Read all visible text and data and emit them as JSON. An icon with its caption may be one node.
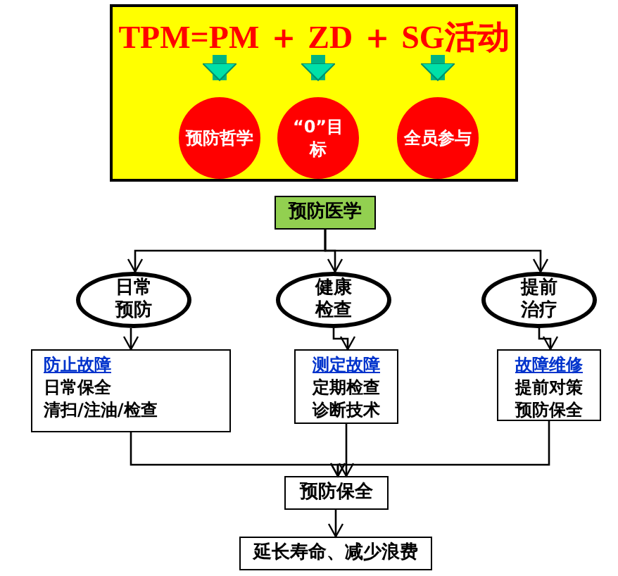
{
  "diagram": {
    "nodes": [
      {
        "text": [
          "TPM=PM ＋ ZD ＋ SG活动"
        ]
      },
      {
        "text": [
          "预防哲学"
        ],
        "in": 0
      },
      {
        "text": [
          "“0”目标"
        ],
        "in": 0
      },
      {
        "text": [
          "全员参与"
        ],
        "in": 0
      },
      {
        "text": [
          "预防医学"
        ]
      },
      {
        "text": [
          "日常预防"
        ]
      },
      {
        "text": [
          "健康检查"
        ]
      },
      {
        "text": [
          "提前治疗"
        ]
      },
      {
        "text": [
          "防止故障",
          "日常保全",
          "清扫/注油/检查"
        ]
      },
      {
        "text": [
          "测定故障",
          "定期检查",
          "诊断技术"
        ]
      },
      {
        "text": [
          "故障维修",
          "提前对策",
          "预防保全"
        ]
      },
      {
        "text": [
          "预防保全"
        ]
      },
      {
        "text": [
          "延长寿命、减少浪费"
        ]
      }
    ],
    "edges": [
      {
        "from": null,
        "to": 1,
        "arrow": "to",
        "style": "thick",
        "color": "#00b383"
      },
      {
        "from": null,
        "to": 2,
        "arrow": "to",
        "style": "thick",
        "color": "#00b383"
      },
      {
        "from": null,
        "to": 3,
        "arrow": "to",
        "style": "thick",
        "color": "#00b383"
      },
      {
        "from": 4,
        "to": 5,
        "arrow": "to"
      },
      {
        "from": 4,
        "to": 6,
        "arrow": "to"
      },
      {
        "from": 4,
        "to": 7,
        "arrow": "to"
      },
      {
        "from": 5,
        "to": 8,
        "arrow": "to"
      },
      {
        "from": 6,
        "to": 9,
        "arrow": "to"
      },
      {
        "from": 7,
        "to": 10,
        "arrow": "to"
      },
      {
        "from": 8,
        "to": 11,
        "arrow": "to"
      },
      {
        "from": 9,
        "to": 11,
        "arrow": "to"
      },
      {
        "from": 10,
        "to": 11,
        "arrow": "to"
      },
      {
        "from": 11,
        "to": 12,
        "arrow": "to"
      }
    ]
  }
}
